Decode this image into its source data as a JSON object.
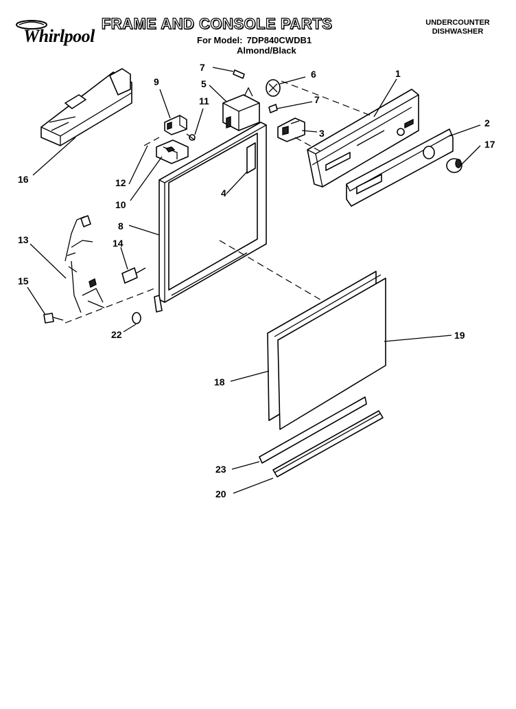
{
  "header": {
    "brand": "Whirlpool",
    "title": "FRAME AND CONSOLE PARTS",
    "model_label": "For Model:",
    "model_number": "7DP840CWDB1",
    "color": "Almond/Black",
    "category_line1": "UNDERCOUNTER",
    "category_line2": "DISHWASHER"
  },
  "callouts": {
    "c1": "1",
    "c2": "2",
    "c3": "3",
    "c4": "4",
    "c5": "5",
    "c6": "6",
    "c7a": "7",
    "c7b": "7",
    "c8": "8",
    "c9": "9",
    "c10": "10",
    "c11": "11",
    "c12": "12",
    "c13": "13",
    "c14": "14",
    "c15": "15",
    "c16": "16",
    "c17": "17",
    "c18": "18",
    "c19": "19",
    "c20": "20",
    "c22": "22",
    "c23": "23"
  }
}
